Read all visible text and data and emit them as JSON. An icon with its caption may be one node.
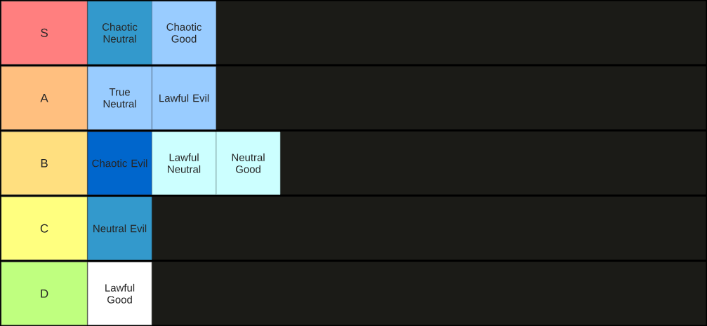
{
  "diagram": {
    "nodes": [
      {
        "text": [
          "S"
        ]
      },
      {
        "text": [
          "Chaotic Neutral"
        ],
        "in": 0
      },
      {
        "text": [
          "Chaotic Good"
        ],
        "in": 0
      },
      {
        "text": [
          "A"
        ]
      },
      {
        "text": [
          "True Neutral"
        ],
        "in": 3
      },
      {
        "text": [
          "Lawful Evil"
        ],
        "in": 3
      },
      {
        "text": [
          "B"
        ]
      },
      {
        "text": [
          "Chaotic Evil"
        ],
        "in": 6
      },
      {
        "text": [
          "Lawful Neutral"
        ],
        "in": 6
      },
      {
        "text": [
          "Neutral Good"
        ],
        "in": 6
      },
      {
        "text": [
          "C"
        ]
      },
      {
        "text": [
          "Neutral Evil"
        ],
        "in": 10
      },
      {
        "text": [
          "D"
        ]
      },
      {
        "text": [
          "Lawful Good"
        ],
        "in": 12
      }
    ]
  }
}
